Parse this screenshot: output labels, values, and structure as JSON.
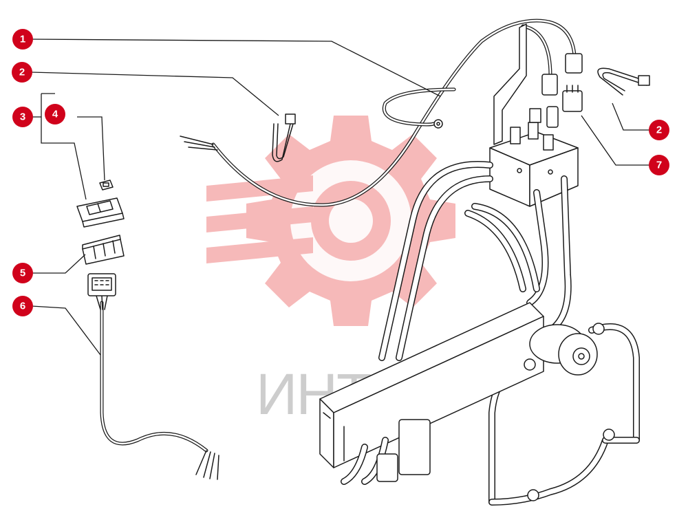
{
  "callouts": [
    {
      "id": "c1",
      "label": "1"
    },
    {
      "id": "c2a",
      "label": "2"
    },
    {
      "id": "c2b",
      "label": "2"
    },
    {
      "id": "c3",
      "label": "3"
    },
    {
      "id": "c4",
      "label": "4"
    },
    {
      "id": "c5",
      "label": "5"
    },
    {
      "id": "c6",
      "label": "6"
    },
    {
      "id": "c7",
      "label": "7"
    }
  ],
  "watermark": {
    "text": "ИНТЕХ",
    "color": "#f08080"
  },
  "colors": {
    "callout": "#d0021b",
    "line": "#1a1a1a"
  }
}
